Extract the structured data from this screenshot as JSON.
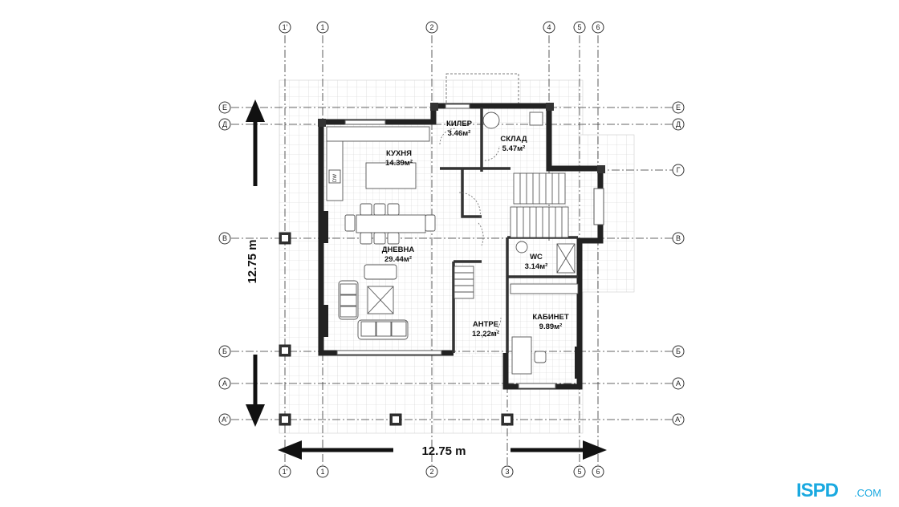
{
  "plan": {
    "rooms": [
      {
        "id": "kiler",
        "name": "КИЛЕР",
        "area": "3.46м²"
      },
      {
        "id": "sklad",
        "name": "СКЛАД",
        "area": "5.47м²"
      },
      {
        "id": "kuhnya",
        "name": "КУХНЯ",
        "area": "14.39м²"
      },
      {
        "id": "dnevna",
        "name": "ДНЕВНА",
        "area": "29.44м²"
      },
      {
        "id": "wc",
        "name": "WC",
        "area": "3.14м²"
      },
      {
        "id": "antre",
        "name": "АНТРЕ",
        "area": "12.22м²"
      },
      {
        "id": "kabinet",
        "name": "КАБИНЕТ",
        "area": "9.89м²"
      }
    ],
    "appliance_label": "DW",
    "dimensions": {
      "width": "12.75 m",
      "height": "12.75 m"
    },
    "axes_vertical": [
      "1'",
      "1",
      "2",
      "3",
      "4",
      "5",
      "6"
    ],
    "axes_horizontal": [
      "Е",
      "Д",
      "Г",
      "В",
      "Б",
      "А",
      "А'"
    ]
  },
  "logo": {
    "brand": "ISPD",
    "suffix": ".COM",
    "color": "#1aa9e0"
  }
}
